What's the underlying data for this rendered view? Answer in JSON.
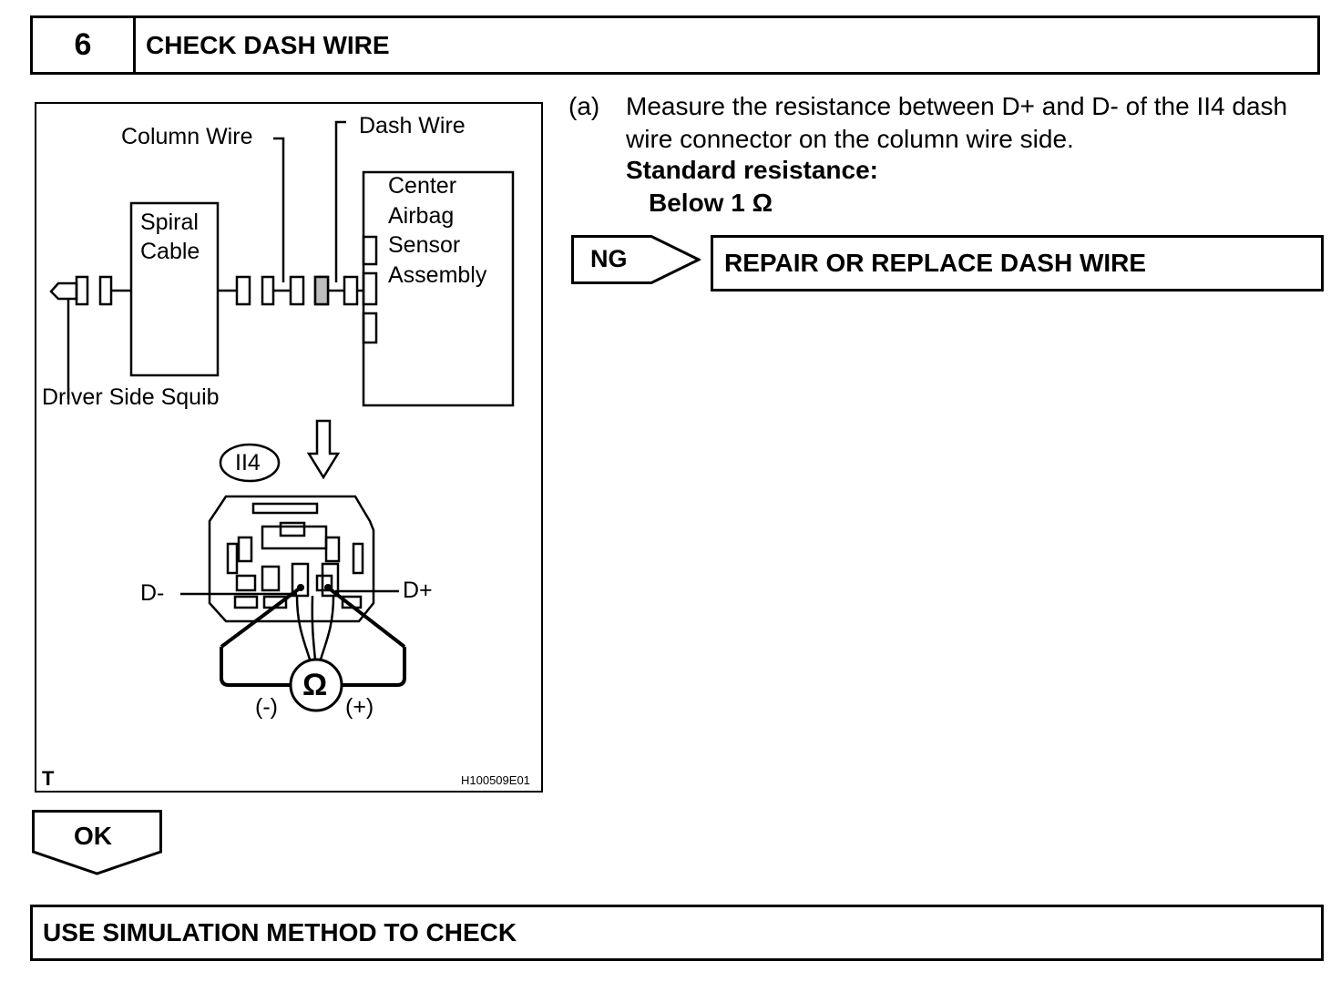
{
  "step": {
    "number": "6",
    "title": "CHECK DASH WIRE"
  },
  "figure": {
    "labels": {
      "column_wire": "Column Wire",
      "dash_wire": "Dash Wire",
      "spiral_cable_line1": "Spiral",
      "spiral_cable_line2": "Cable",
      "center_line1": "Center",
      "center_line2": "Airbag",
      "center_line3": "Sensor",
      "center_line4": "Assembly",
      "driver_side_squib": "Driver Side Squib",
      "connector_id": "II4",
      "d_minus": "D-",
      "d_plus": "D+",
      "meter_symbol": "Ω",
      "probe_minus": "(-)",
      "probe_plus": "(+)",
      "corner_letter": "T",
      "figure_code": "H100509E01"
    }
  },
  "instruction": {
    "marker": "(a)",
    "text": "Measure the resistance between D+ and D- of the II4 dash wire connector on the column wire side.",
    "spec_label": "Standard resistance:",
    "spec_value": "Below 1 Ω"
  },
  "ng": {
    "tag": "NG",
    "result": "REPAIR OR REPLACE DASH WIRE"
  },
  "ok": {
    "tag": "OK",
    "result": "USE SIMULATION METHOD TO CHECK"
  }
}
